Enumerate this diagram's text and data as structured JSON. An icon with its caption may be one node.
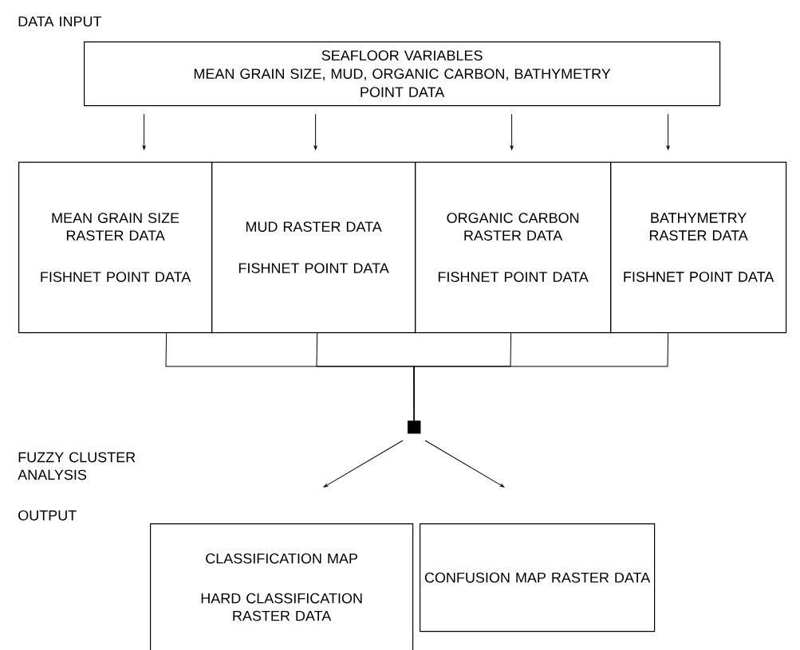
{
  "diagram": {
    "nodes": [
      {
        "text": [
          "SEAFLOOR VARIABLES",
          "MEAN GRAIN SIZE, MUD, ORGANIC CARBON, BATHYMETRY",
          "POINT DATA"
        ]
      },
      {
        "text": [
          "MEAN GRAIN SIZE RASTER DATA",
          "FISHNET POINT DATA"
        ]
      },
      {
        "text": [
          "MUD RASTER DATA",
          "FISHNET POINT DATA"
        ]
      },
      {
        "text": [
          "ORGANIC CARBON RASTER DATA",
          "FISHNET POINT DATA"
        ]
      },
      {
        "text": [
          "BATHYMETRY RASTER DATA",
          "FISHNET POINT DATA"
        ]
      },
      {
        "text": [],
        "shape": "box"
      },
      {
        "text": [
          "CLASSIFICATION MAP",
          "HARD CLASSIFICATION RASTER DATA"
        ]
      },
      {
        "text": [
          "CONFUSION MAP RASTER DATA"
        ]
      }
    ],
    "edges": [
      {
        "from": 0,
        "to": 1,
        "arrow": "to"
      },
      {
        "from": 0,
        "to": 2,
        "arrow": "to"
      },
      {
        "from": 0,
        "to": 3,
        "arrow": "to"
      },
      {
        "from": 0,
        "to": 4,
        "arrow": "to"
      },
      {
        "from": 1,
        "to": 5,
        "arrow": "none"
      },
      {
        "from": 2,
        "to": 5,
        "arrow": "none"
      },
      {
        "from": 3,
        "to": 5,
        "arrow": "none"
      },
      {
        "from": 4,
        "to": 5,
        "arrow": "none"
      },
      {
        "from": 5,
        "to": 6,
        "arrow": "to"
      },
      {
        "from": 5,
        "to": 7,
        "arrow": "to"
      }
    ],
    "labels": [
      "DATA INPUT",
      "FUZZY CLUSTER ANALYSIS",
      "OUTPUT"
    ]
  }
}
